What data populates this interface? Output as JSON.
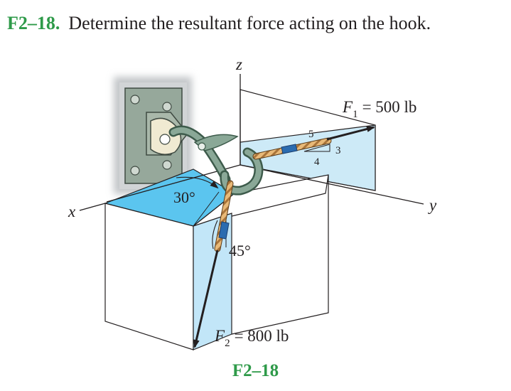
{
  "problem": {
    "number": "F2–18.",
    "statement": "Determine the resultant force acting on the hook."
  },
  "figure": {
    "caption": "F2–18",
    "axes": {
      "x": "x",
      "y": "y",
      "z": "z"
    },
    "forces": [
      {
        "symbol": "F",
        "subscript": "1",
        "equals": "= 500 lb"
      },
      {
        "symbol": "F",
        "subscript": "2",
        "equals": "= 800 lb"
      }
    ],
    "slope_triangle": {
      "hypotenuse": "5",
      "vertical": "3",
      "horizontal": "4"
    },
    "angles": {
      "horizontal": "30°",
      "vertical": "45°"
    }
  }
}
